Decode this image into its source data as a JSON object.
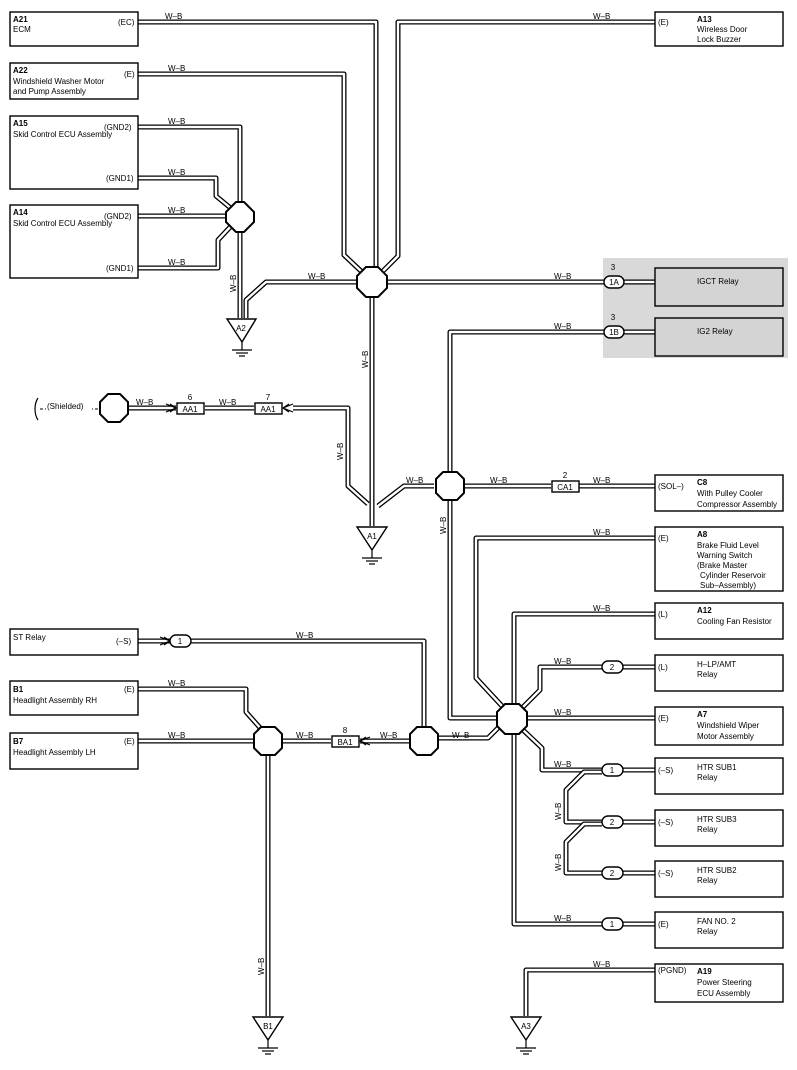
{
  "wire_color": "W–B",
  "components": [
    {
      "id": "A21",
      "lines": [
        "ECM"
      ],
      "terminal": "(EC)"
    },
    {
      "id": "A22",
      "lines": [
        "Windshield Washer Motor",
        "and Pump Assembly"
      ],
      "terminal": "(E)"
    },
    {
      "id": "A15",
      "lines": [
        "Skid Control ECU Assembly"
      ],
      "terminals": [
        "(GND2)",
        "(GND1)"
      ]
    },
    {
      "id": "A14",
      "lines": [
        "Skid Control ECU Assembly"
      ],
      "terminals": [
        "(GND2)",
        "(GND1)"
      ]
    },
    {
      "id": "A13",
      "lines": [
        "Wireless Door",
        "Lock Buzzer"
      ],
      "terminal": "(E)"
    },
    {
      "id": "C8",
      "lines": [
        "With Pulley Cooler",
        "Compressor Assembly"
      ],
      "terminal": "(SOL–)"
    },
    {
      "id": "A8",
      "lines": [
        "Brake Fluid Level",
        "Warning Switch",
        "(Brake Master",
        "Cylinder Reservoir",
        "Sub–Assembly)"
      ],
      "terminal": "(E)"
    },
    {
      "id": "A12",
      "lines": [
        "Cooling Fan Resistor"
      ],
      "terminal": "(L)"
    },
    {
      "id": "",
      "lines": [
        "H–LP/AMT",
        "Relay"
      ],
      "terminal": "(L)"
    },
    {
      "id": "A7",
      "lines": [
        "Windshield Wiper",
        "Motor Assembly"
      ],
      "terminal": "(E)"
    },
    {
      "id": "",
      "lines": [
        "HTR SUB1",
        "Relay"
      ],
      "terminal": "(–S)"
    },
    {
      "id": "",
      "lines": [
        "HTR SUB3",
        "Relay"
      ],
      "terminal": "(–S)"
    },
    {
      "id": "",
      "lines": [
        "HTR SUB2",
        "Relay"
      ],
      "terminal": "(–S)"
    },
    {
      "id": "",
      "lines": [
        "FAN NO. 2",
        "Relay"
      ],
      "terminal": "(E)"
    },
    {
      "id": "A19",
      "lines": [
        "Power Steering",
        "ECU Assembly"
      ],
      "terminal": "(PGND)"
    },
    {
      "id": "",
      "lines": [
        "ST Relay"
      ],
      "terminal": "(–S)"
    },
    {
      "id": "B1",
      "lines": [
        "Headlight Assembly RH"
      ],
      "terminal": "(E)"
    },
    {
      "id": "B7",
      "lines": [
        "Headlight Assembly LH"
      ],
      "terminal": "(E)"
    }
  ],
  "relays": [
    {
      "label": "IGCT Relay",
      "connector": "1A",
      "pin": "3"
    },
    {
      "label": "IG2 Relay",
      "connector": "1B",
      "pin": "3"
    }
  ],
  "connectors": [
    {
      "label": "AA1",
      "pin": "6"
    },
    {
      "label": "AA1",
      "pin": "7"
    },
    {
      "label": "CA1",
      "pin": "2"
    },
    {
      "label": "BA1",
      "pin": "8"
    }
  ],
  "pills": [
    "1",
    "2",
    "1",
    "2",
    "2",
    "1"
  ],
  "grounds": [
    "A2",
    "A1",
    "B1",
    "A3"
  ],
  "shielded": "(Shielded)"
}
